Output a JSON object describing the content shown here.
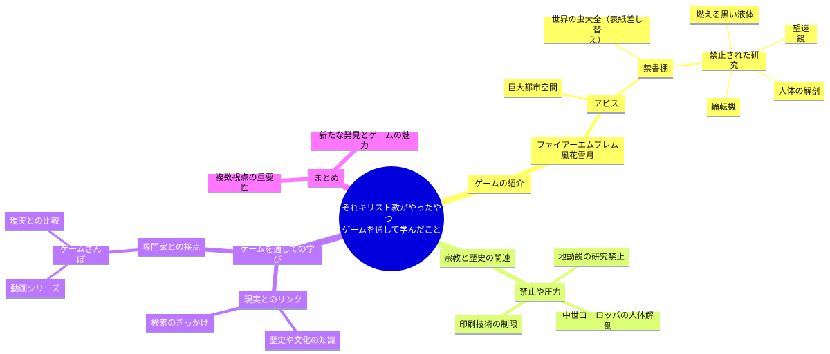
{
  "center": {
    "label": "それキリスト教がやったやつ -\nゲームを通して学んだこと"
  },
  "nodes": {
    "game_intro": "ゲームの紹介",
    "fire_emblem": "ファイアーエムブレム\n風花雪月",
    "abyss": "アビス",
    "megacity": "巨大都市空間",
    "forbidden_library": "禁書棚",
    "insect_encyclopedia": "世界の虫大全（表紙差し替\nえ）",
    "forbidden_research": "禁止された研究",
    "black_liquid": "燃える黒い液体",
    "telescope": "望遠鏡",
    "dissection": "人体の解剖",
    "wheel": "輪転機",
    "religion_history": "宗教と歴史の関連",
    "pressure": "禁止や圧力",
    "heliocentrism": "地動説の研究禁止",
    "printing": "印刷技術の制限",
    "medieval_dissection": "中世ヨーロッパの人体解剖",
    "summary": "まとめ",
    "new_discovery": "新たな発見とゲームの魅力",
    "multi_view": "複数視点の重要性",
    "learning": "ゲームを通しての学び",
    "expert": "専門家との接点",
    "game_sanpo": "ゲームさんぽ",
    "real_compare": "現実との比較",
    "video_series": "動画シリーズ",
    "real_link": "現実とのリンク",
    "search_trigger": "検索のきっかけ",
    "history_culture": "歴史や文化の知識"
  },
  "colors": {
    "yellow": "#ffff66",
    "green": "#ddff77",
    "magenta": "#ff77ff",
    "purple": "#bb77ff",
    "center": "#0000dd"
  }
}
